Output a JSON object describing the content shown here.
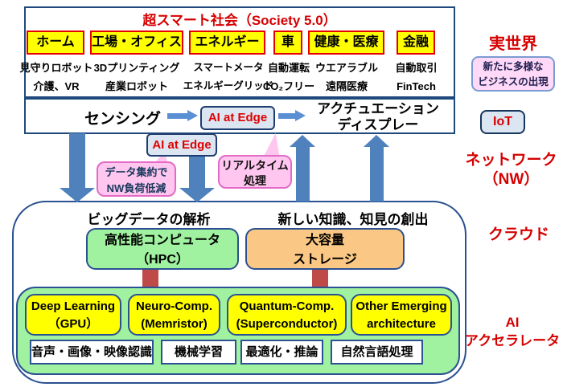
{
  "diagram": {
    "title": "超スマート社会（Society 5.0）",
    "categories": [
      {
        "label": "ホーム",
        "item1": "見守りロボット",
        "item2": "介護、VR"
      },
      {
        "label": "工場・オフィス",
        "item1": "3Dプリンティング",
        "item2": "産業ロボット"
      },
      {
        "label": "エネルギー",
        "item1": "スマートメータ",
        "item2": "エネルギーグリッド"
      },
      {
        "label": "車",
        "item1": "自動運転",
        "item2": "CO₂フリー"
      },
      {
        "label": "健康・医療",
        "item1": "ウエアラブル",
        "item2": "遠隔医療"
      },
      {
        "label": "金融",
        "item1": "自動取引",
        "item2": "FinTech"
      }
    ],
    "edge_row": {
      "sensing": "センシング",
      "ai_at_edge": "AI at Edge",
      "actuation_line1": "アクチュエーション",
      "actuation_line2": "ディスプレー"
    },
    "network_zone": {
      "ai_at_edge": "AI at Edge",
      "bubble_data_line1": "データ集約で",
      "bubble_data_line2": "NW負荷低減",
      "bubble_realtime_line1": "リアルタイム",
      "bubble_realtime_line2": "処理"
    },
    "cloud": {
      "analysis": "ビッグデータの解析",
      "knowledge": "新しい知識、知見の創出",
      "hpc_line1": "高性能コンピュータ",
      "hpc_line2": "（HPC）",
      "storage_line1": "大容量",
      "storage_line2": "ストレージ",
      "accelerators": [
        {
          "line1": "Deep Learning",
          "line2": "（GPU）"
        },
        {
          "line1": "Neuro-Comp.",
          "line2": "(Memristor)"
        },
        {
          "line1": "Quantum-Comp.",
          "line2": "(Superconductor)"
        },
        {
          "line1": "Other Emerging",
          "line2": "architecture"
        }
      ],
      "functions": [
        "音声・画像・映像認識",
        "機械学習",
        "最適化・推論",
        "自然言語処理"
      ]
    },
    "side_labels": {
      "real_world": "実世界",
      "business_line1": "新たに多様な",
      "business_line2": "ビジネスの出現",
      "iot": "IoT",
      "network_line1": "ネットワーク",
      "network_line2": "（NW）",
      "cloud": "クラウド",
      "ai_line1": "AI",
      "ai_line2": "アクセラレータ"
    },
    "colors": {
      "red_label": "#D60000",
      "box_border_blue": "#1F497D",
      "category_yellow": "#FFFF00",
      "category_border_red": "#E60000",
      "edge_box_fill": "#DCE6F2",
      "bubble_pink": "#FFC6EF",
      "bubble_border": "#E36BC6",
      "arrow_blue": "#4F81BD",
      "green_fill": "#A0F2A0",
      "orange_fill": "#FBC784",
      "connector_red": "#BE4B48"
    }
  }
}
